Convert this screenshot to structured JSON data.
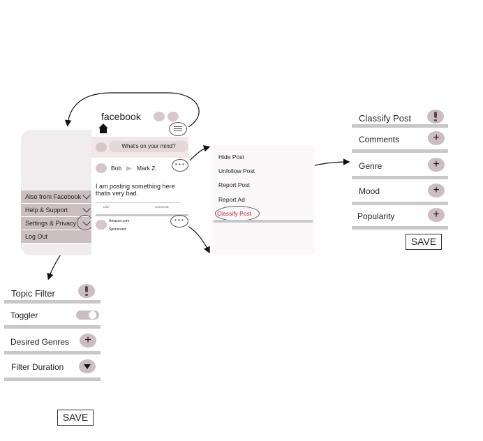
{
  "phone": {
    "app_title": "facebook",
    "compose_placeholder": "What's on your mind?",
    "post_author": "Bob",
    "post_recipient": "Mark Z.",
    "post_text_line1": "I am posting something here",
    "post_text_line2": "thatis very bad.",
    "like_label": "Like",
    "comment_label": "Comment",
    "ad_source": "Amazon.com",
    "ad_label": "Sponsored"
  },
  "side_menu": {
    "items": [
      {
        "label": "Also from Facebook"
      },
      {
        "label": "Help & Support"
      },
      {
        "label": "Settings & Privacy"
      },
      {
        "label": "Log Out"
      }
    ]
  },
  "post_options": {
    "items": [
      "Hide Post",
      "Unfollow Post",
      "Report Post",
      "Report Ad",
      "Classify Post"
    ]
  },
  "classify_form": {
    "title": "Classify Post",
    "rows": [
      "Comments",
      "Genre",
      "Mood",
      "Popularity"
    ],
    "save_label": "SAVE"
  },
  "topic_filter_form": {
    "title": "Topic Filter",
    "toggler_label": "Toggler",
    "genres_label": "Desired Genres",
    "duration_label": "Filter Duration",
    "save_label": "SAVE"
  },
  "icons": {
    "info": "exclamation-icon",
    "add": "plus-icon",
    "dropdown": "triangle-down-icon",
    "home": "home-icon"
  },
  "colors": {
    "highlight": "#c0282d",
    "chip": "#cbbdc0",
    "separator": "#c8c8c8"
  }
}
